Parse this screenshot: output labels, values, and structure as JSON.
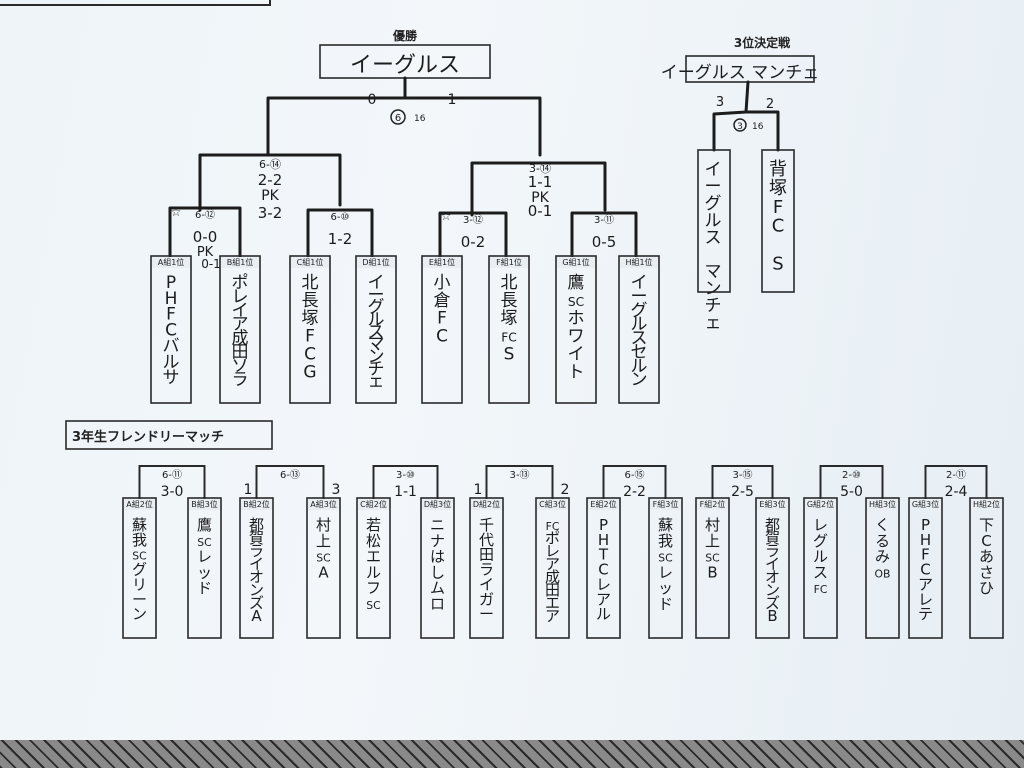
{
  "top_box_border": "",
  "champion": {
    "title": "優勝",
    "name": "イーグルス"
  },
  "third_place": {
    "title": "3位決定戦",
    "name": "イーグルス マンチェ",
    "score_left": "3",
    "score_right": "2",
    "match_no": "③",
    "match_time": "16",
    "teams": [
      {
        "name": "イーグルス マンチェ",
        "lines": [
          "イ",
          "ー",
          "グ",
          "ル",
          "ス",
          "",
          "マ",
          "ン",
          "チ",
          "ェ"
        ]
      },
      {
        "name": "背塚FC S",
        "lines": [
          "背",
          "塚",
          "F",
          "C",
          "",
          "S"
        ]
      }
    ]
  },
  "final": {
    "score_left": "0",
    "score_right": "1",
    "match_no": "⑥",
    "match_time": "16"
  },
  "semis": [
    {
      "label": "6-⑭",
      "score": "2-2",
      "pk": "PK",
      "pk_score": "3-2"
    },
    {
      "label": "3-⑭",
      "score": "1-1",
      "pk": "PK",
      "pk_score": "0-1"
    }
  ],
  "quarters": [
    {
      "label": "6-⑫",
      "score": "0-0",
      "pk": "PK",
      "pk_score": "0-1"
    },
    {
      "label": "6-⑩",
      "score": "1-2"
    },
    {
      "label": "3-⑫",
      "score": "0-2"
    },
    {
      "label": "3-⑪",
      "score": "0-5"
    }
  ],
  "main_teams": [
    {
      "slot": "A組1位",
      "lines": [
        "P",
        "H",
        "F",
        "C",
        "バ",
        "ル",
        "サ"
      ]
    },
    {
      "slot": "B組1位",
      "lines": [
        "ポ",
        "レ",
        "イ",
        "ア",
        "成",
        "田",
        "ソ",
        "ラ"
      ]
    },
    {
      "slot": "C組1位",
      "lines": [
        "北",
        "長",
        "塚",
        "F",
        "C",
        "G"
      ]
    },
    {
      "slot": "D組1位",
      "lines": [
        "イ",
        "ー",
        "グ",
        "ル",
        "ス",
        "マ",
        "ン",
        "チ",
        "ェ"
      ]
    },
    {
      "slot": "E組1位",
      "lines": [
        "小",
        "倉",
        "F",
        "C"
      ]
    },
    {
      "slot": "F組1位",
      "lines": [
        "北",
        "長",
        "塚",
        "FC",
        "S"
      ]
    },
    {
      "slot": "G組1位",
      "lines": [
        "鷹",
        "SC",
        "ホ",
        "ワ",
        "イ",
        "ト"
      ]
    },
    {
      "slot": "H組1位",
      "lines": [
        "イ",
        "ー",
        "グ",
        "ル",
        "ス",
        "セ",
        "ル",
        "ン"
      ]
    }
  ],
  "friendly": {
    "title": "3年生フレンドリーマッチ",
    "matches": [
      {
        "label": "6-⑪",
        "score_text": "3-0",
        "left": {
          "slot": "A組2位",
          "lines": [
            "蘇",
            "我",
            "SC",
            "グ",
            "リ",
            "ー",
            "ン"
          ]
        },
        "right": {
          "slot": "B組3位",
          "lines": [
            "鷹",
            "SC",
            "レ",
            "ッ",
            "ド"
          ]
        }
      },
      {
        "label": "6-⑬",
        "score_left": "1",
        "score_right": "3",
        "left": {
          "slot": "B組2位",
          "lines": [
            "都",
            "賀",
            "ラ",
            "イ",
            "オ",
            "ン",
            "ズ",
            "A"
          ]
        },
        "right": {
          "slot": "A組3位",
          "lines": [
            "村",
            "上",
            "SC",
            "A"
          ]
        }
      },
      {
        "label": "3-⑩",
        "score_text": "1-1",
        "left": {
          "slot": "C組2位",
          "lines": [
            "若",
            "松",
            "エ",
            "ル",
            "フ",
            "SC"
          ]
        },
        "right": {
          "slot": "D組3位",
          "lines": [
            "ニ",
            "ナ",
            "は",
            "し",
            "ム",
            "ロ"
          ]
        }
      },
      {
        "label": "3-⑬",
        "score_left": "1",
        "score_right": "2",
        "left": {
          "slot": "D組2位",
          "lines": [
            "千",
            "代",
            "田",
            "ラ",
            "イ",
            "ガ",
            "ー"
          ]
        },
        "right": {
          "slot": "C組3位",
          "lines": [
            "FC",
            "ポ",
            "レ",
            "ア",
            "成",
            "田",
            "エ",
            "ア"
          ]
        }
      },
      {
        "label": "6-⑮",
        "score_text": "2-2",
        "left": {
          "slot": "E組2位",
          "lines": [
            "P",
            "H",
            "T",
            "C",
            "レ",
            "ア",
            "ル"
          ]
        },
        "right": {
          "slot": "F組3位",
          "lines": [
            "蘇",
            "我",
            "SC",
            "レ",
            "ッ",
            "ド"
          ]
        }
      },
      {
        "label": "3-⑮",
        "score_text": "2-5",
        "left": {
          "slot": "F組2位",
          "lines": [
            "村",
            "上",
            "SC",
            "B"
          ]
        },
        "right": {
          "slot": "E組3位",
          "lines": [
            "都",
            "賀",
            "ラ",
            "イ",
            "オ",
            "ン",
            "ズ",
            "B"
          ]
        }
      },
      {
        "label": "2-⑩",
        "score_text": "5-0",
        "left": {
          "slot": "G組2位",
          "lines": [
            "レ",
            "グ",
            "ル",
            "ス",
            "FC"
          ]
        },
        "right": {
          "slot": "H組3位",
          "lines": [
            "く",
            "る",
            "み",
            "OB"
          ]
        }
      },
      {
        "label": "2-⑪",
        "score_text": "2-4",
        "left": {
          "slot": "G組3位",
          "lines": [
            "P",
            "H",
            "F",
            "C",
            "ア",
            "レ",
            "テ"
          ]
        },
        "right": {
          "slot": "H組2位",
          "lines": [
            "下",
            "C",
            "あ",
            "さ",
            "ひ"
          ]
        }
      }
    ]
  }
}
